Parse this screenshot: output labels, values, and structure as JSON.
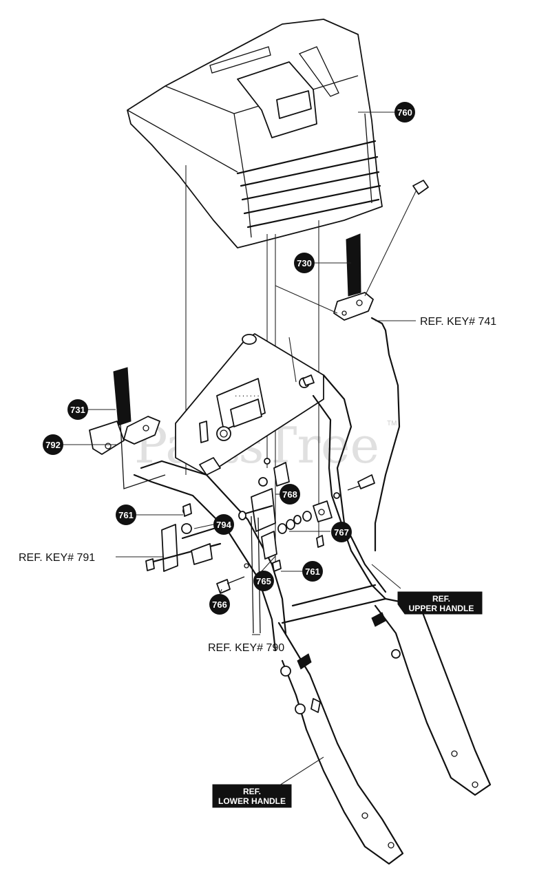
{
  "watermark": "PartsTree",
  "watermark_tm": "TM",
  "callouts": [
    {
      "id": "c760",
      "label": "760"
    },
    {
      "id": "c730",
      "label": "730"
    },
    {
      "id": "c731",
      "label": "731"
    },
    {
      "id": "c792",
      "label": "792"
    },
    {
      "id": "c768",
      "label": "768"
    },
    {
      "id": "c761a",
      "label": "761"
    },
    {
      "id": "c794",
      "label": "794"
    },
    {
      "id": "c767",
      "label": "767"
    },
    {
      "id": "c761b",
      "label": "761"
    },
    {
      "id": "c765",
      "label": "765"
    },
    {
      "id": "c766",
      "label": "766"
    }
  ],
  "ref_labels": {
    "key741": "REF. KEY# 741",
    "key791": "REF. KEY# 791",
    "key790": "REF. KEY# 790"
  },
  "boxed_labels": {
    "upper_line1": "REF.",
    "upper_line2": "UPPER HANDLE",
    "lower_line1": "REF.",
    "lower_line2": "LOWER HANDLE"
  }
}
